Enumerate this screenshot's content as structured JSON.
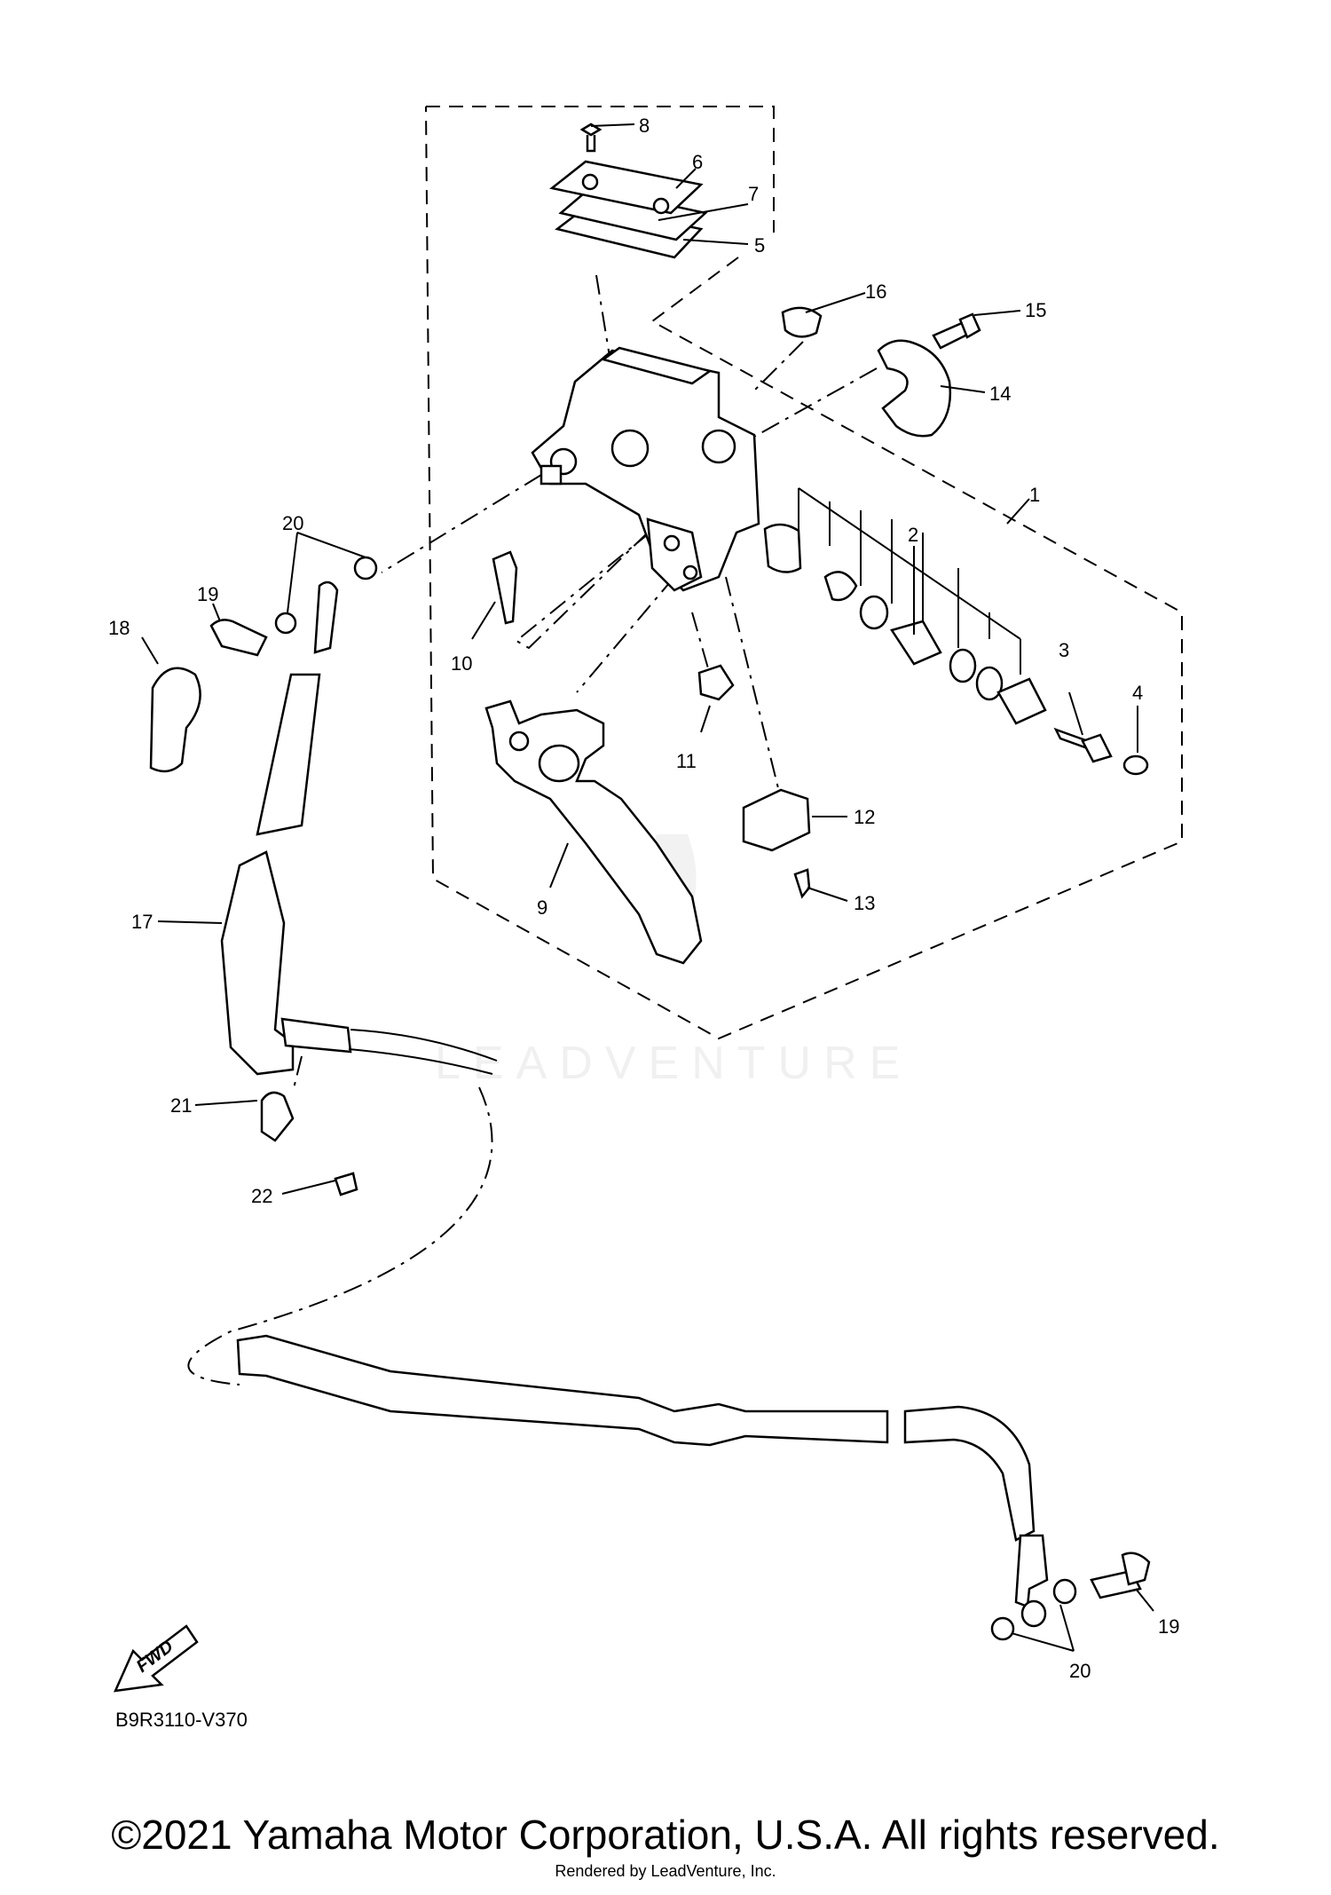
{
  "callouts": {
    "c1": "1",
    "c2": "2",
    "c3": "3",
    "c4": "4",
    "c5": "5",
    "c6": "6",
    "c7": "7",
    "c8": "8",
    "c9": "9",
    "c10": "10",
    "c11": "11",
    "c12": "12",
    "c13": "13",
    "c14": "14",
    "c15": "15",
    "c16": "16",
    "c17": "17",
    "c18": "18",
    "c19a": "19",
    "c19b": "19",
    "c20a": "20",
    "c20b": "20",
    "c21": "21",
    "c22": "22"
  },
  "diagram_code": "B9R3110-V370",
  "fwd_label": "FWD",
  "watermark": "LEADVENTURE",
  "footer": {
    "copyright": "©2021 Yamaha Motor Corporation, U.S.A. All rights reserved.",
    "rendered_by": "Rendered by LeadVenture, Inc."
  }
}
